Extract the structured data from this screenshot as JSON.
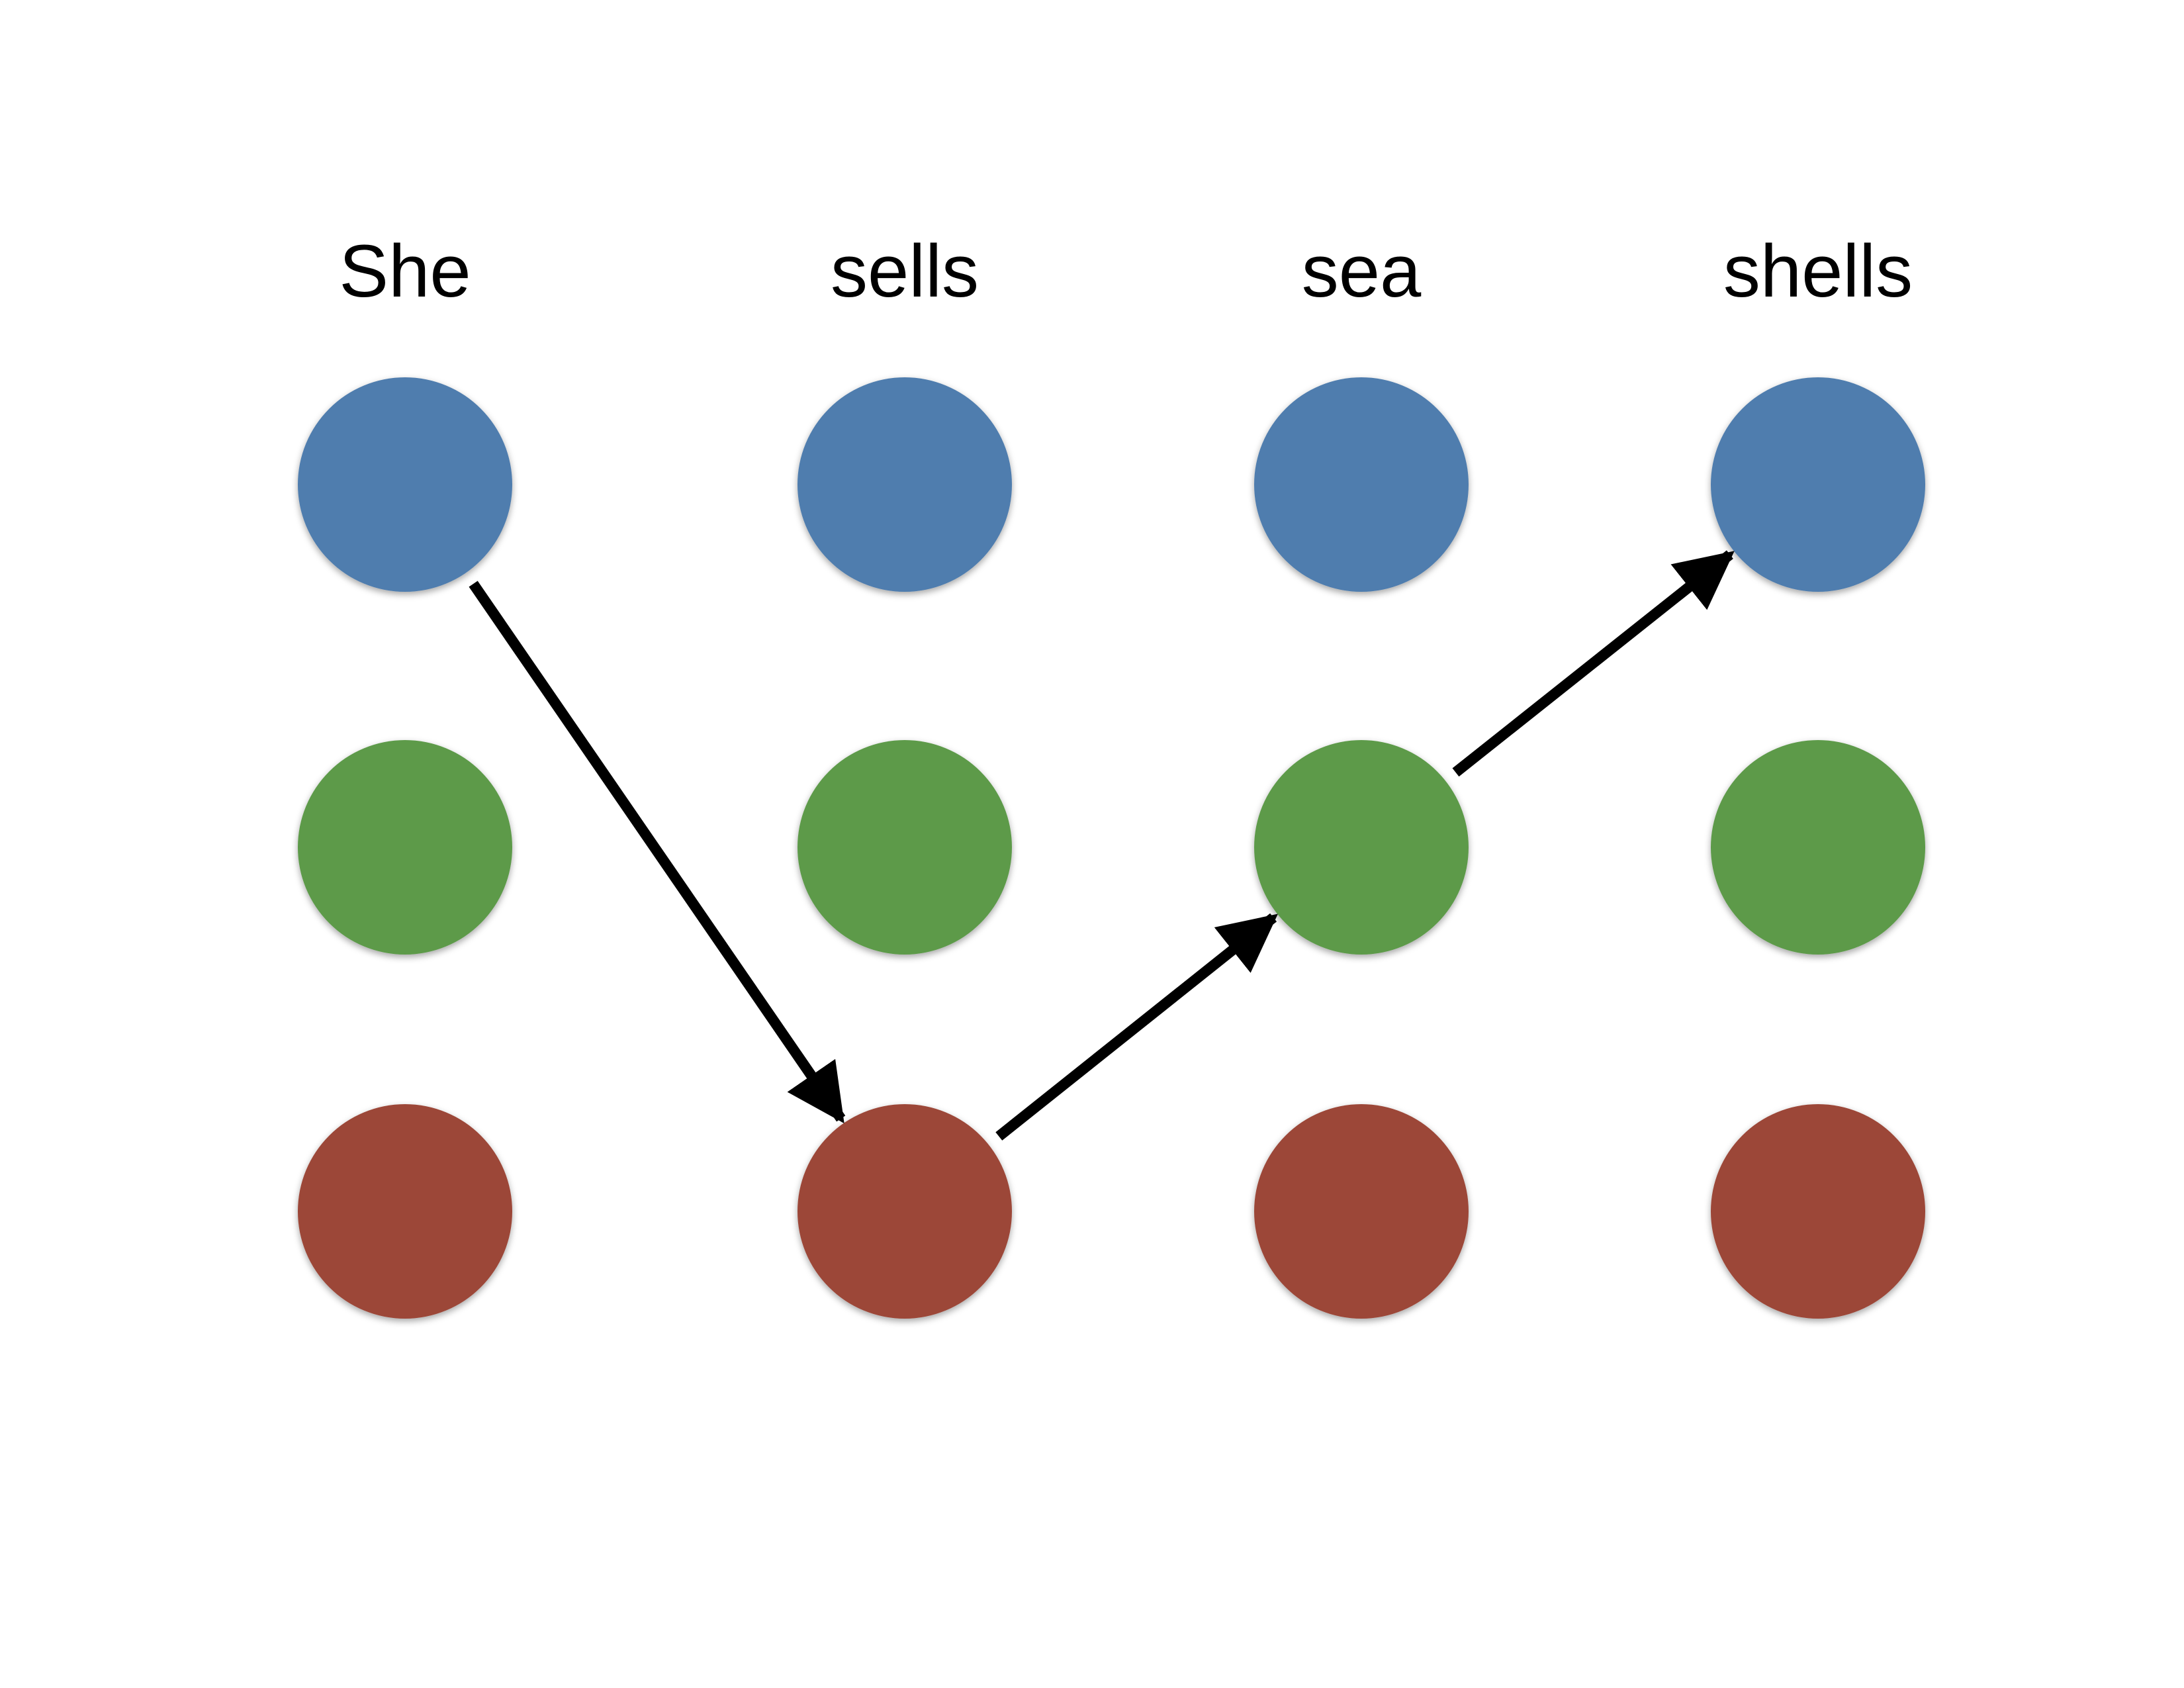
{
  "colors": {
    "state_blue": "#4f7dae",
    "state_green": "#5d9a4a",
    "state_red": "#9c4637",
    "arrow": "#000000",
    "background": "#ffffff"
  },
  "words": [
    "She",
    "sells",
    "sea",
    "shells"
  ],
  "states": [
    "blue",
    "green",
    "red"
  ],
  "path": [
    {
      "word": "She",
      "state": "blue"
    },
    {
      "word": "sells",
      "state": "red"
    },
    {
      "word": "sea",
      "state": "green"
    },
    {
      "word": "shells",
      "state": "blue"
    }
  ]
}
